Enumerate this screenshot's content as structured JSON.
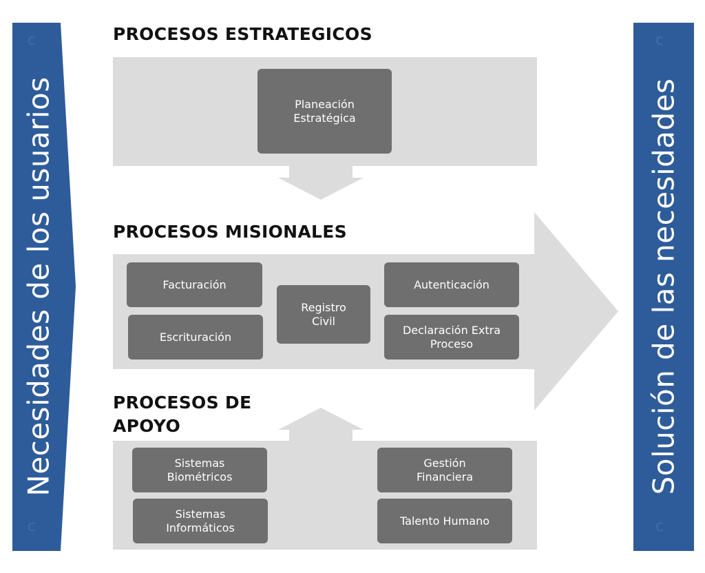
{
  "left_banner": {
    "label": "Necesidades de los usuarios"
  },
  "right_banner": {
    "label": "Solución de las necesidades"
  },
  "sections": {
    "estrategicos": {
      "title": "PROCESOS ESTRATEGICOS",
      "boxes": [
        "Planeación Estratégica"
      ]
    },
    "misionales": {
      "title": "PROCESOS MISIONALES",
      "boxes": [
        "Facturación",
        "Escrituración",
        "Registro Civil",
        "Autenticación",
        "Declaración Extra Proceso"
      ]
    },
    "apoyo": {
      "title": "PROCESOS DE APOYO",
      "boxes": [
        "Sistemas Biométricos",
        "Sistemas Informáticos",
        "Gestión Financiera",
        "Talento Humano"
      ]
    }
  },
  "colors": {
    "banner": "#2e5c9a",
    "band": "#dcdcdc",
    "box": "#6f6f6f",
    "title": "#111111"
  }
}
